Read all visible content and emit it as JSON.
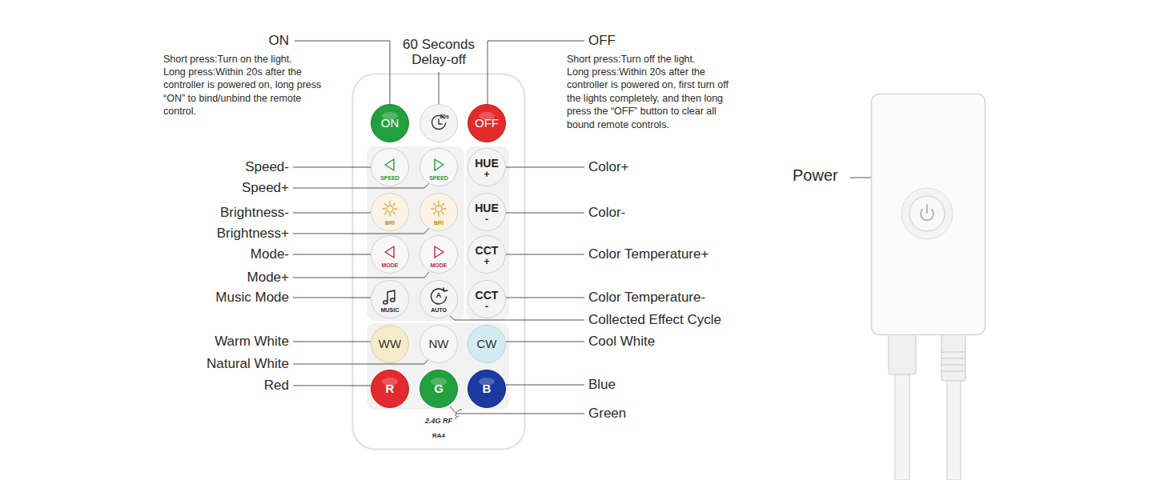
{
  "diagram": {
    "nodes": [
      {
        "text": [
          "2.4G RF",
          "RA4"
        ]
      },
      {
        "text": [
          "ON"
        ],
        "in": 0
      },
      {
        "text": [
          "60s"
        ],
        "in": 0
      },
      {
        "text": [
          "OFF"
        ],
        "in": 0
      },
      {
        "text": [
          "SPEED"
        ],
        "in": 0
      },
      {
        "text": [
          "SPEED"
        ],
        "in": 0
      },
      {
        "text": [
          "HUE",
          "+"
        ],
        "in": 0
      },
      {
        "text": [
          "BRI"
        ],
        "in": 0
      },
      {
        "text": [
          "BRI"
        ],
        "in": 0
      },
      {
        "text": [
          "HUE",
          "-"
        ],
        "in": 0
      },
      {
        "text": [
          "MODE"
        ],
        "in": 0
      },
      {
        "text": [
          "MODE"
        ],
        "in": 0
      },
      {
        "text": [
          "CCT",
          "+"
        ],
        "in": 0
      },
      {
        "text": [
          "MUSIC"
        ],
        "in": 0
      },
      {
        "text": [
          "A",
          "AUTO"
        ],
        "in": 0
      },
      {
        "text": [
          "CCT",
          "-"
        ],
        "in": 0
      },
      {
        "text": [
          "WW"
        ],
        "in": 0
      },
      {
        "text": [
          "NW"
        ],
        "in": 0
      },
      {
        "text": [
          "CW"
        ],
        "in": 0
      },
      {
        "text": [
          "R"
        ],
        "in": 0
      },
      {
        "text": [
          "G"
        ],
        "in": 0
      },
      {
        "text": [
          "B"
        ],
        "in": 0
      }
    ],
    "labels": [
      "ON",
      "Short press:Turn on the light.",
      "Long press:Within 20s after the controller is powered on, long press “ON” to bind/unbind the remote control.",
      "60 Seconds Delay-off",
      "OFF",
      "Short press:Turn off the light.",
      "Long press:Within 20s after the controller is powered on, first turn off the lights completely, and then long press the “OFF” button to clear all bound remote controls.",
      "Speed-",
      "Speed+",
      "Brightness-",
      "Brightness+",
      "Mode-",
      "Mode+",
      "Music Mode",
      "Warm White",
      "Natural White",
      "Red",
      "Color+",
      "Color-",
      "Color Temperature+",
      "Color Temperature-",
      "Collected Effect Cycle",
      "Cool White",
      "Blue",
      "Green",
      "Power"
    ]
  }
}
